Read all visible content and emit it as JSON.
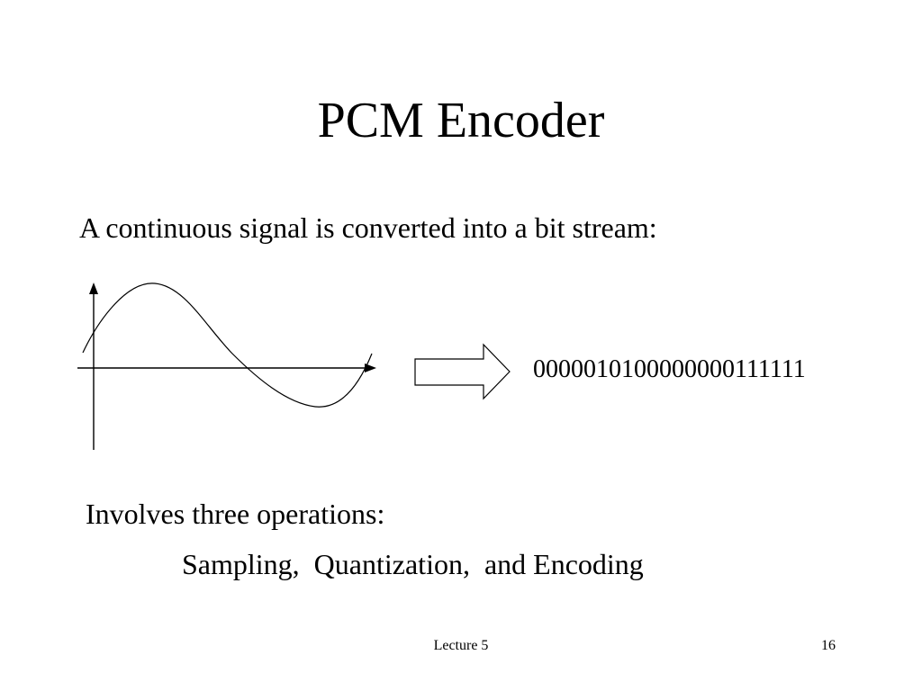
{
  "slide": {
    "title": "PCM Encoder",
    "intro": "A continuous signal is converted into a bit stream:",
    "bitstream": "0000010100000000111111",
    "operations_heading": "Involves three operations:",
    "operations_list": "Sampling,  Quantization,  and Encoding"
  },
  "footer": {
    "center": "Lecture 5",
    "page_number": "16"
  },
  "icons": {
    "signal": "sine-wave-graph-icon",
    "arrow": "right-arrow-icon"
  }
}
